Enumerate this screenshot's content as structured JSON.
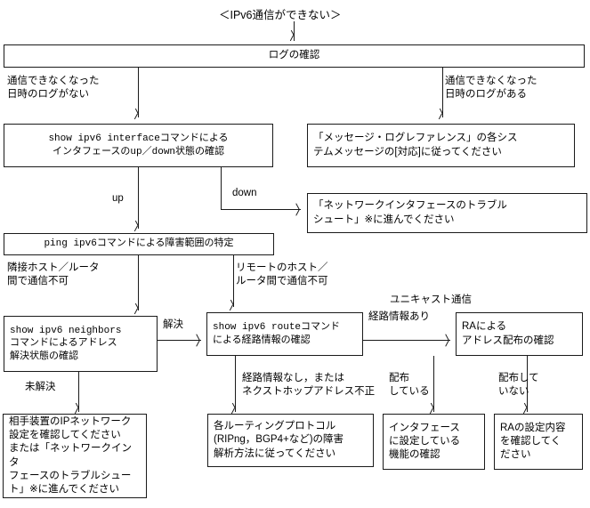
{
  "diagram": {
    "title": "＜IPv6通信ができない＞",
    "nodes": {
      "log_check": "ログの確認",
      "show_interface": "show ipv6 interfaceコマンドによる\nインタフェースのup／down状態の確認",
      "message_ref": "「メッセージ・ログレファレンス」の各シス\nテムメッセージの[対応]に従ってください",
      "nw_if_trouble": "「ネットワークインタフェースのトラブル\nシュート」※に進んでください",
      "ping_ipv6": "ping ipv6コマンドによる障害範囲の特定",
      "show_neighbors": "show ipv6 neighbors\nコマンドによるアドレス\n解決状態の確認",
      "show_route": "show ipv6 routeコマンド\nによる経路情報の確認",
      "ra_check": "RAによる\nアドレス配布の確認",
      "peer_ip_config": "相手装置のIPネットワーク\n設定を確認してください\nまたは「ネットワークインタ\nフェースのトラブルシュー\nト」※に進んでください",
      "routing_protocol": "各ルーティングプロトコル\n(RIPng，BGP4+など)の障害\n解析方法に従ってください",
      "if_function_check": "インタフェース\nに設定している\n機能の確認",
      "ra_config_check": "RAの設定内容\nを確認してく\nださい"
    },
    "edge_labels": {
      "no_log": "通信できなくなった\n日時のログがない",
      "has_log": "通信できなくなった\n日時のログがある",
      "up": "up",
      "down": "down",
      "adjacent_fail": "隣接ホスト／ルータ\n間で通信不可",
      "remote_fail": "リモートのホスト／\nルータ間で通信不可",
      "resolved": "解決",
      "unresolved": "未解決",
      "unicast": "ユニキャスト通信",
      "route_exists": "経路情報あり",
      "no_route": "経路情報なし，または\nネクストホップアドレス不正",
      "distributing": "配布\nしている",
      "not_distributing": "配布して\nいない"
    }
  }
}
